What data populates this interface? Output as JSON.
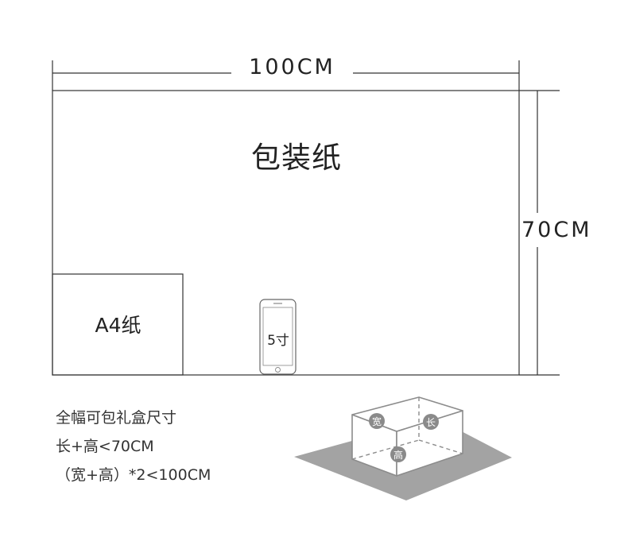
{
  "dimensions": {
    "width_label": "100CM",
    "height_label": "70CM"
  },
  "paper": {
    "label": "包装纸"
  },
  "a4": {
    "label": "A4纸"
  },
  "phone": {
    "label": "5寸"
  },
  "note": {
    "lines": [
      "全幅可包礼盒尺寸",
      "长+高<70CM",
      "（宽+高）*2<100CM"
    ]
  },
  "box": {
    "labels": {
      "width": "宽",
      "length": "长",
      "height": "高"
    }
  },
  "colors": {
    "line": "#333333",
    "shadow": "#a3a3a3",
    "box_line": "#8c8c8c",
    "badge": "#8a8a8a"
  }
}
